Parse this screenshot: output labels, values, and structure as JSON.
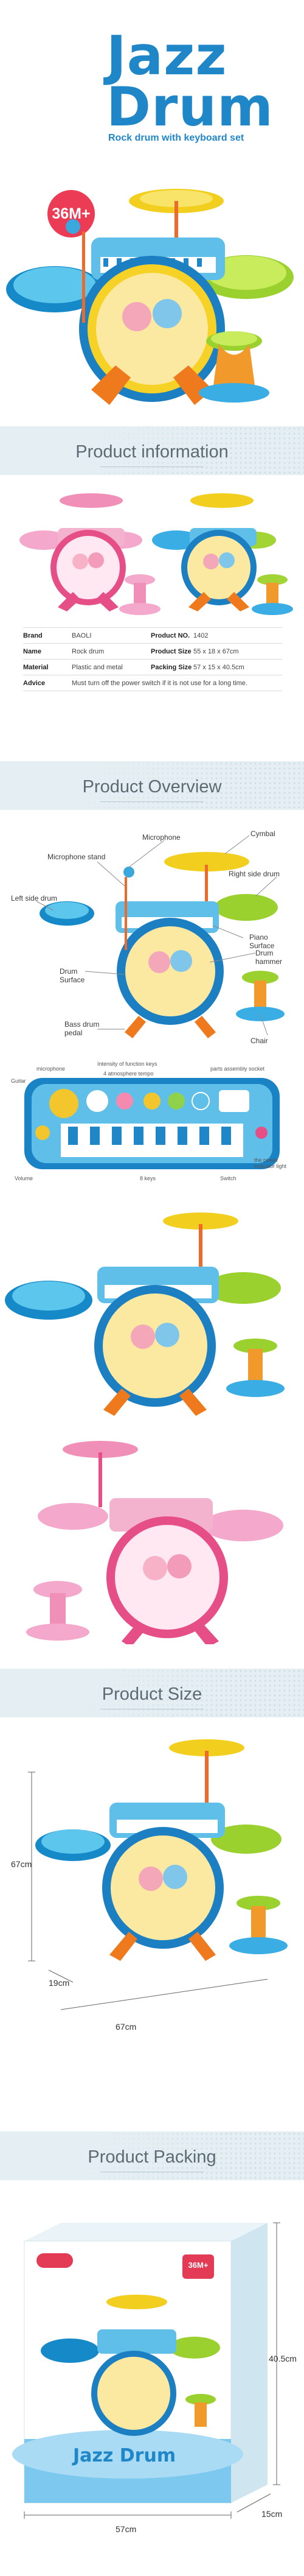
{
  "hero": {
    "title_line1": "Jazz",
    "title_line2": "Drum",
    "subtitle": "Rock drum with keyboard set",
    "age_badge": "36M+"
  },
  "product_information": {
    "heading": "Product information",
    "rows": [
      {
        "k1": "Brand",
        "v1": "BAOLI",
        "k2": "Product NO.",
        "v2": "1402"
      },
      {
        "k1": "Name",
        "v1": "Rock drum",
        "k2": "Product Size",
        "v2": "55 x 18 x 67cm"
      },
      {
        "k1": "Material",
        "v1": "Plastic and metal",
        "k2": "Packing Size",
        "v2": "57 x 15 x 40.5cm"
      },
      {
        "k1": "Advice",
        "v1": "Must turn off the power switch if it is not use for a long time.",
        "k2": "",
        "v2": ""
      }
    ]
  },
  "product_overview": {
    "heading": "Product Overview",
    "labels": {
      "microphone": "Microphone",
      "cymbal": "Cymbal",
      "microphone_stand": "Microphone stand",
      "right_side_drum": "Right side drum",
      "left_side_drum": "Left side drum",
      "piano_surface": "Piano Surface",
      "drum_surface": "Drum Surface",
      "drum_hammer": "Drum hammer",
      "bass_drum_pedal": "Bass drum pedal",
      "chair": "Chair"
    },
    "keyboard_labels": {
      "microphone": "microphone",
      "intensity": "Intensity of function keys",
      "guitar": "Guitar",
      "atmosphere": "4 atmosphere tempo",
      "parts_socket": "parts assembly socket",
      "power_light": "the power indicator light",
      "volume": "Volume",
      "keys": "8 keys",
      "switch": "Switch"
    }
  },
  "product_size": {
    "heading": "Product Size",
    "height": "67cm",
    "depth": "19cm",
    "width": "67cm"
  },
  "product_packing": {
    "heading": "Product Packing",
    "box_title": "Jazz Drum",
    "box_badge": "36M+",
    "height": "40.5cm",
    "width": "57cm",
    "depth": "15cm"
  }
}
